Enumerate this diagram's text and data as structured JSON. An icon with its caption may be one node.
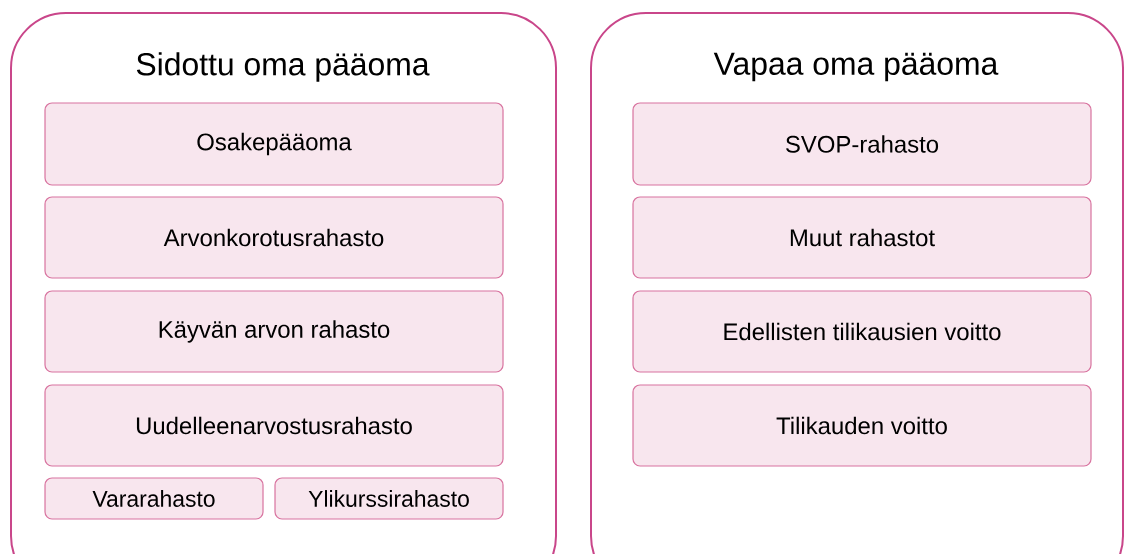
{
  "diagram": {
    "nodes": [
      {
        "text": [
          "Sidottu oma pääoma"
        ]
      },
      {
        "text": [
          "Osakepääoma"
        ],
        "in": 0
      },
      {
        "text": [
          "Arvonkorotusrahasto"
        ],
        "in": 0
      },
      {
        "text": [
          "Käyvän arvon rahasto"
        ],
        "in": 0
      },
      {
        "text": [
          "Uudelleenarvostusrahasto"
        ],
        "in": 0
      },
      {
        "text": [
          "Vararahasto"
        ],
        "in": 0
      },
      {
        "text": [
          "Ylikurssirahasto"
        ],
        "in": 0
      },
      {
        "text": [
          "Vapaa oma pääoma"
        ]
      },
      {
        "text": [
          "SVOP-rahasto"
        ],
        "in": 7
      },
      {
        "text": [
          "Muut rahastot"
        ],
        "in": 7
      },
      {
        "text": [
          "Edellisten tilikausien voitto"
        ],
        "in": 7
      },
      {
        "text": [
          "Tilikauden voitto"
        ],
        "in": 7
      }
    ]
  }
}
